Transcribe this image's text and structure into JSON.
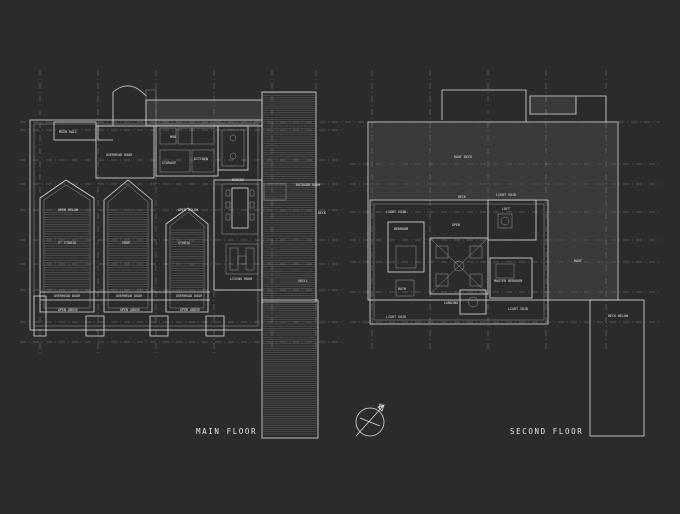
{
  "sheet": {
    "background": "#2b2b2b",
    "line_color": "#dcdcdc",
    "main_floor_title": "MAIN FLOOR",
    "second_floor_title": "SECOND FLOOR",
    "north_label": "N"
  },
  "main_floor": {
    "main hall": "MAIN HALL",
    "overhead door 1": "OVERHEAD DOOR",
    "open below 1": "OPEN BELOW",
    "open below 2": "OPEN BELOW",
    "bay 1": "2\" STUDIO",
    "bay 2": "SHOP",
    "bay 3": "STUDIO",
    "overhead door a": "OVERHEAD DOOR",
    "overhead door b": "OVERHEAD DOOR",
    "overhead door c": "OVERHEAD DOOR",
    "open above a": "OPEN ABOVE",
    "open above b": "OPEN ABOVE",
    "open above c": "OPEN ABOVE",
    "dining": "DINING",
    "kitchen": "KITCHEN",
    "mud": "MUD",
    "storage": "STORAGE",
    "living room": "LIVING ROOM",
    "outdoor room": "OUTDOOR ROOM",
    "deck side": "DECK",
    "grill": "GRILL"
  },
  "second_floor": {
    "roof deck": "ROOF DECK",
    "deck 1": "DECK",
    "bedroom": "BEDROOM",
    "master bedroom": "MASTER BEDROOM",
    "light void a": "LIGHT VOID",
    "light void b": "LIGHT VOID",
    "light void c": "LIGHT VOID",
    "light void d": "LIGHT VOID",
    "bath": "BATH",
    "loft": "LOFT",
    "roof": "ROOF",
    "deck below": "DECK BELOW",
    "landing": "LANDING",
    "open": "OPEN"
  }
}
